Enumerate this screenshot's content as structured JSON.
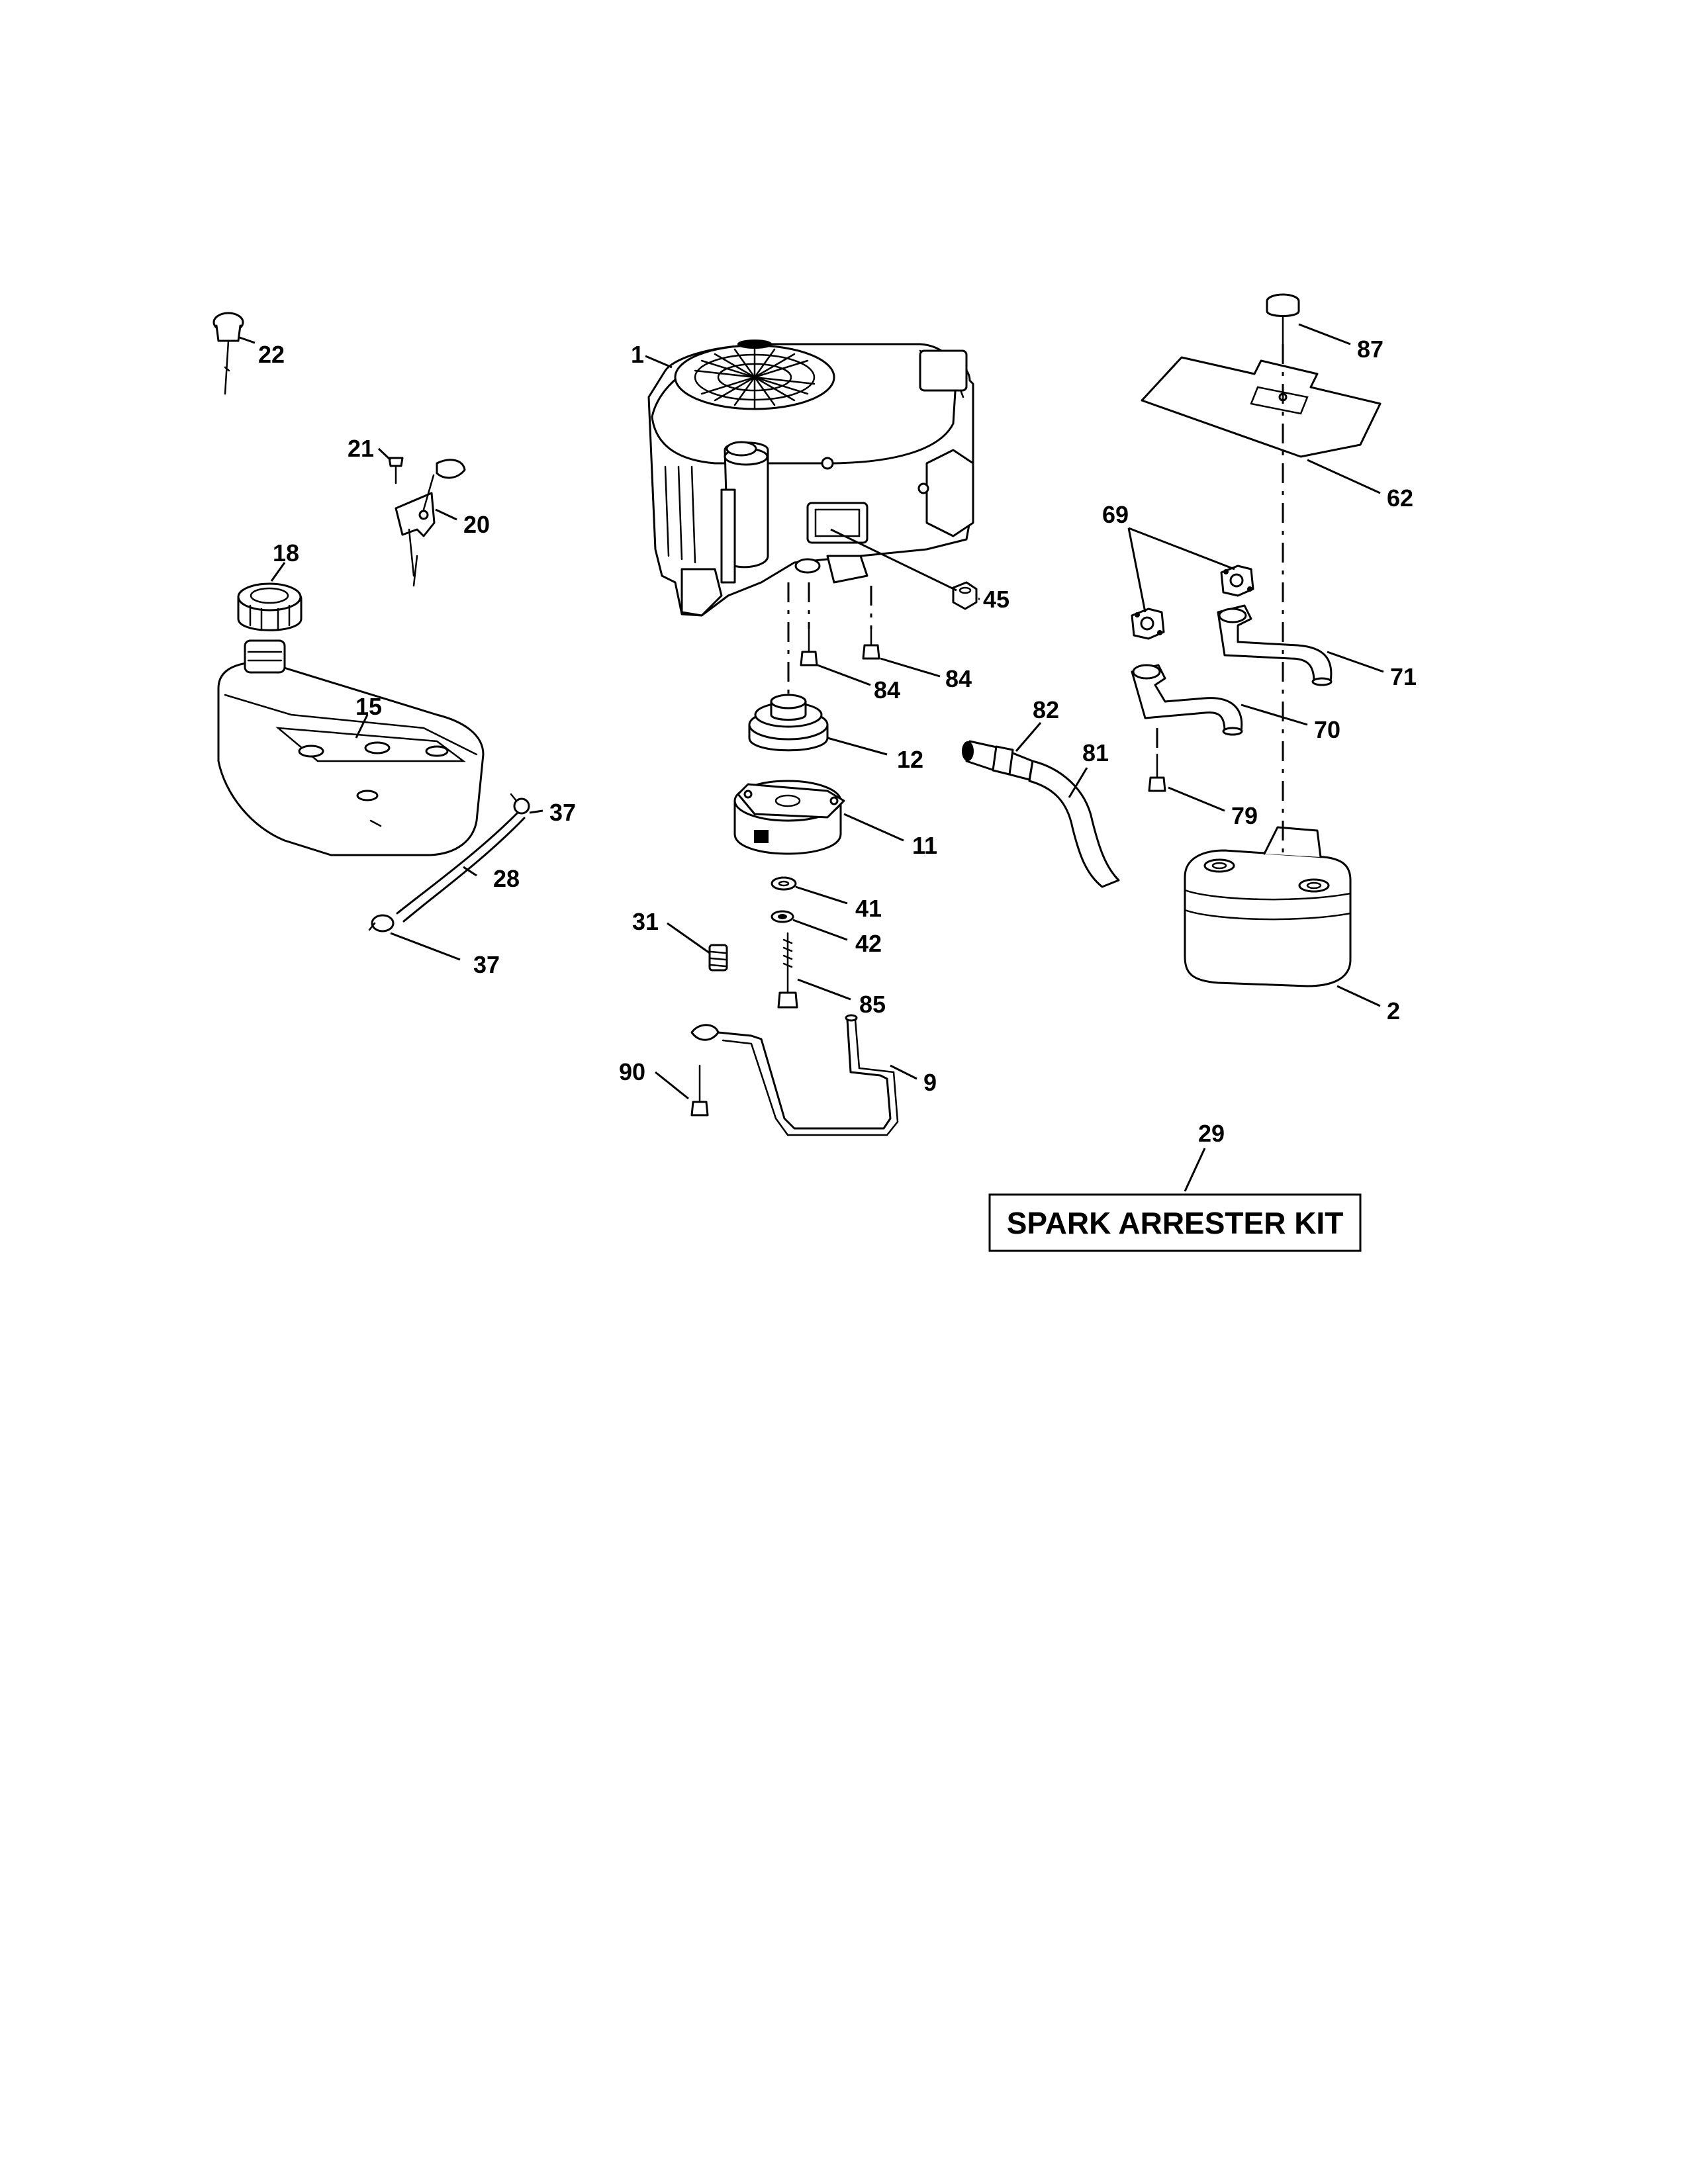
{
  "callouts": {
    "c1": "1",
    "c2": "2",
    "c9": "9",
    "c11": "11",
    "c12": "12",
    "c15": "15",
    "c18": "18",
    "c20": "20",
    "c21": "21",
    "c22": "22",
    "c28": "28",
    "c29": "29",
    "c31": "31",
    "c37a": "37",
    "c37b": "37",
    "c41": "41",
    "c42": "42",
    "c45": "45",
    "c62": "62",
    "c69": "69",
    "c70": "70",
    "c71": "71",
    "c79": "79",
    "c81": "81",
    "c82": "82",
    "c84a": "84",
    "c84b": "84",
    "c85": "85",
    "c87": "87",
    "c90": "90"
  },
  "kit_label": "SPARK ARRESTER KIT"
}
